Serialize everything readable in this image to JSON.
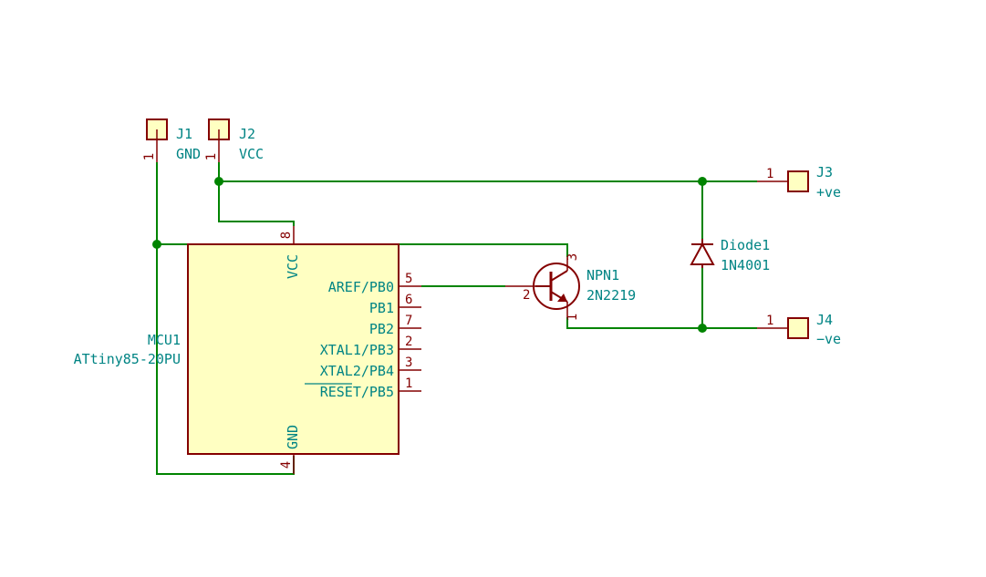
{
  "colors": {
    "wire": "#008400",
    "component_outline": "#840000",
    "component_fill": "#ffffc2",
    "label_text": "#008484",
    "background": "#ffffff"
  },
  "connectors": {
    "j1": {
      "ref": "J1",
      "value": "GND",
      "pin": "1"
    },
    "j2": {
      "ref": "J2",
      "value": "VCC",
      "pin": "1"
    },
    "j3": {
      "ref": "J3",
      "value": "+ve",
      "pin": "1"
    },
    "j4": {
      "ref": "J4",
      "value": "−ve",
      "pin": "1"
    }
  },
  "mcu": {
    "ref": "MCU1",
    "value": "ATtiny85-20PU",
    "vcc_label": "VCC",
    "gnd_label": "GND",
    "vcc_pin": "8",
    "gnd_pin": "4",
    "pins": [
      {
        "name": "AREF/PB0",
        "number": "5"
      },
      {
        "name": "PB1",
        "number": "6"
      },
      {
        "name": "PB2",
        "number": "7"
      },
      {
        "name": "XTAL1/PB3",
        "number": "2"
      },
      {
        "name": "XTAL2/PB4",
        "number": "3"
      },
      {
        "name": "RESET/PB5",
        "number": "1"
      }
    ]
  },
  "transistor": {
    "ref": "NPN1",
    "value": "2N2219",
    "collector_pin": "3",
    "base_pin": "2",
    "emitter_pin": "1"
  },
  "diode": {
    "ref": "Diode1",
    "value": "1N4001"
  }
}
